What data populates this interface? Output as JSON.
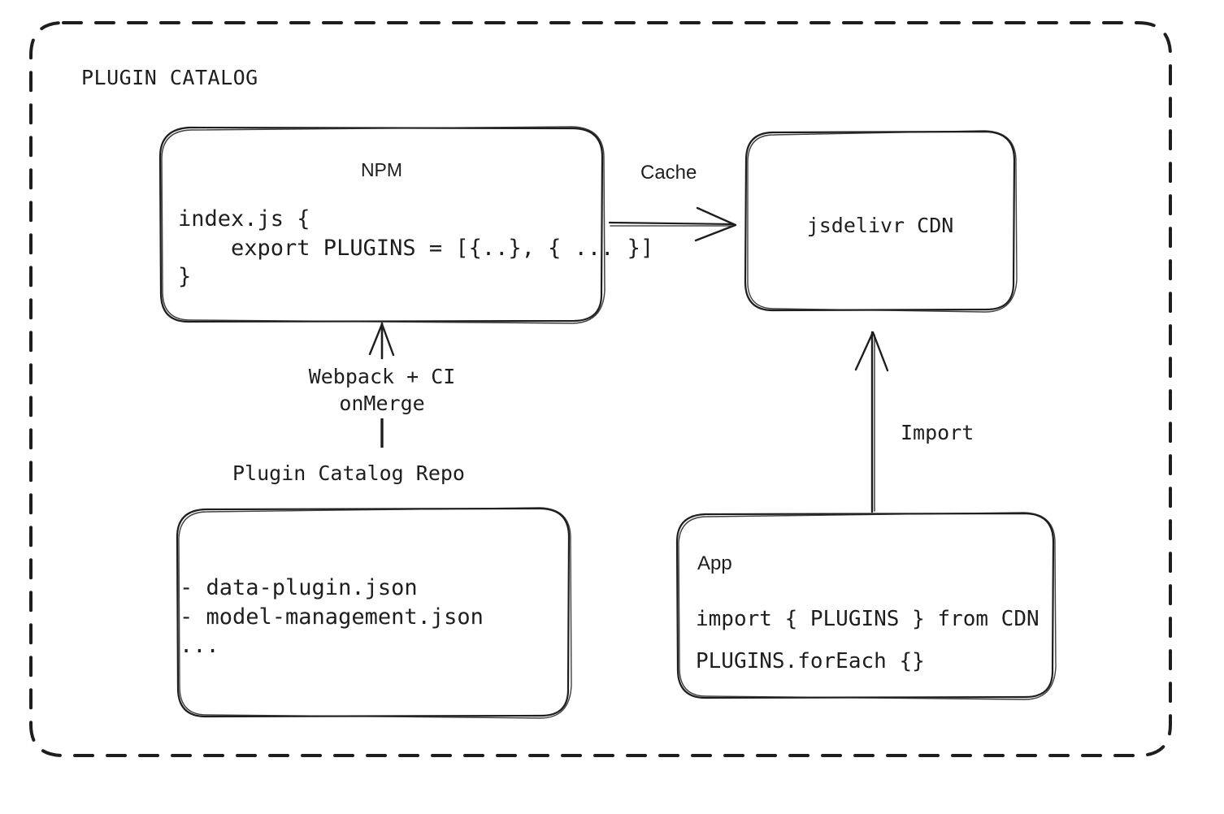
{
  "diagram": {
    "container_title": "PLUGIN CATALOG",
    "background": "#ffffff",
    "stroke_color": "#1e1e1e",
    "nodes": {
      "npm": {
        "title": "NPM",
        "code": "index.js {\n    export PLUGINS = [{..}, { ... }]\n}"
      },
      "cdn": {
        "title": "jsdelivr CDN"
      },
      "repo": {
        "label": "Plugin Catalog Repo",
        "files": "- data-plugin.json\n- model-management.json\n..."
      },
      "app": {
        "title": "App",
        "line1": "import { PLUGINS } from CDN",
        "line2": "PLUGINS.forEach {}"
      }
    },
    "edges": {
      "cache": "Cache",
      "webpack": "Webpack + CI\nonMerge",
      "import": "Import"
    }
  }
}
